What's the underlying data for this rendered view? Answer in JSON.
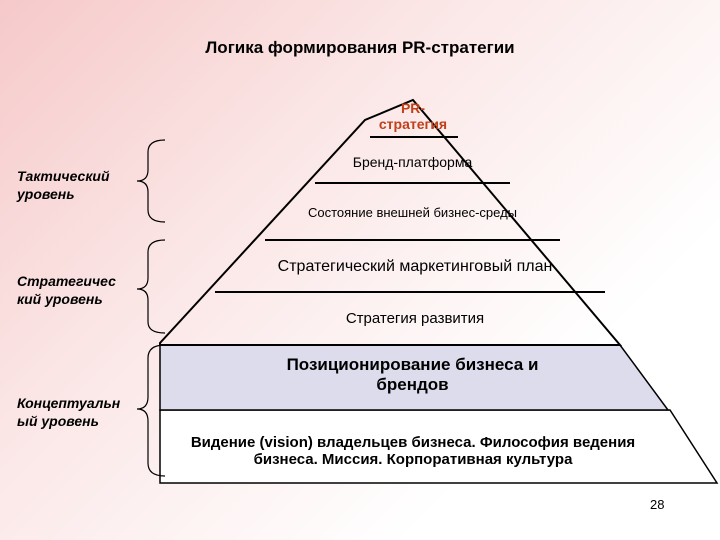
{
  "title": "Логика формирования PR-стратегии",
  "levels": {
    "tactical": "Тактический уровень",
    "strategic": "Стратегический уровень",
    "conceptual": "Концептуальный уровень"
  },
  "pyramid": {
    "pr_strategy_line1": "PR-",
    "pr_strategy_line2": "стратегия",
    "brand_platform": "Бренд-платформа",
    "external_environment": "Состояние внешней бизнес-среды",
    "marketing_plan": "Стратегический маркетинговый план",
    "development_strategy": "Стратегия развития",
    "positioning": "Позиционирование бизнеса и брендов",
    "vision": "Видение (vision) владельцев бизнеса. Философия ведения бизнеса. Миссия. Корпоративная культура"
  },
  "colors": {
    "pr_strategy_text": "#c0401a",
    "positioning_fill": "#dcdcec",
    "vision_fill": "#ffffff"
  },
  "page_number": "28"
}
